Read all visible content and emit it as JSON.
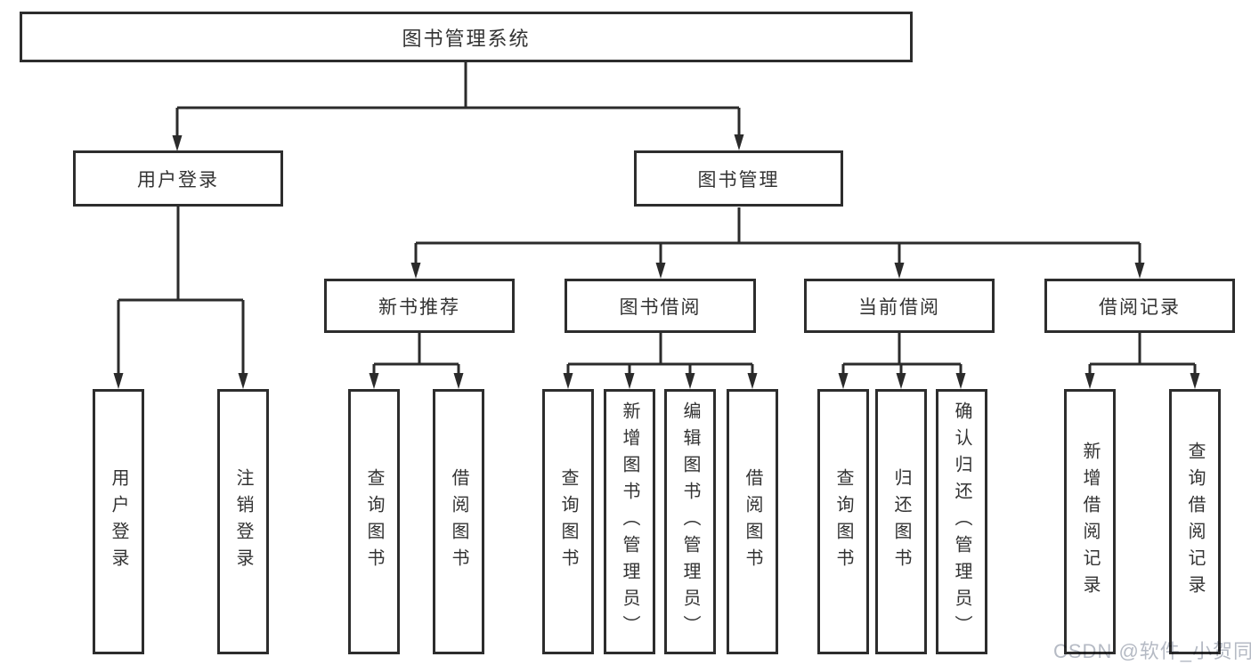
{
  "diagram": {
    "type": "tree",
    "title": "图书管理系统",
    "colors": {
      "line": "#2b2b2b",
      "box_border": "#2d2d2d",
      "box_fill": "#ffffff",
      "text": "#333333",
      "background": "#ffffff",
      "watermark": "#b5bac4"
    },
    "root": {
      "label": "图书管理系统",
      "children": [
        {
          "label": "用户登录",
          "children": [
            {
              "label": "用户登录"
            },
            {
              "label": "注销登录"
            }
          ]
        },
        {
          "label": "图书管理",
          "children": [
            {
              "label": "新书推荐",
              "children": [
                {
                  "label": "查询图书"
                },
                {
                  "label": "借阅图书"
                }
              ]
            },
            {
              "label": "图书借阅",
              "children": [
                {
                  "label": "查询图书"
                },
                {
                  "label": "新增图书（管理员）"
                },
                {
                  "label": "编辑图书（管理员）"
                },
                {
                  "label": "借阅图书"
                }
              ]
            },
            {
              "label": "当前借阅",
              "children": [
                {
                  "label": "查询图书"
                },
                {
                  "label": "归还图书"
                },
                {
                  "label": "确认归还（管理员）"
                }
              ]
            },
            {
              "label": "借阅记录",
              "children": [
                {
                  "label": "新增借阅记录"
                },
                {
                  "label": "查询借阅记录"
                }
              ]
            }
          ]
        }
      ]
    },
    "watermark": "CSDN @软件_小贺同学"
  }
}
